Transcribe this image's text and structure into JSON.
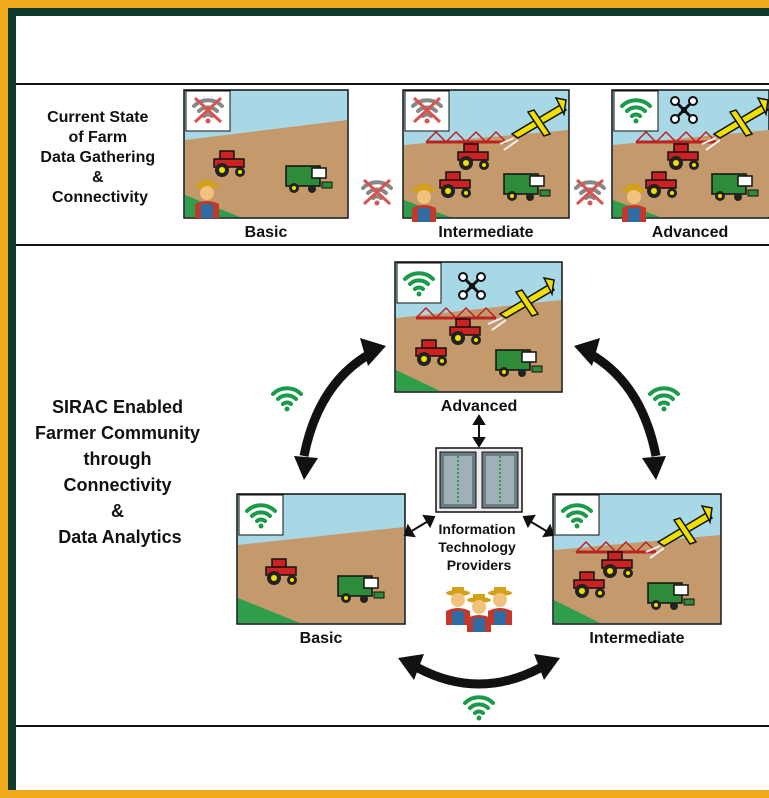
{
  "top_section": {
    "title_lines": [
      "Current State",
      "of Farm",
      "Data Gathering",
      "&",
      "Connectivity"
    ],
    "panels": [
      {
        "label": "Basic"
      },
      {
        "label": "Intermediate"
      },
      {
        "label": "Advanced"
      }
    ]
  },
  "bottom_section": {
    "title_lines": [
      "SIRAC Enabled",
      "Farmer Community",
      "through",
      "Connectivity",
      "&",
      "Data Analytics"
    ],
    "panels": {
      "advanced": "Advanced",
      "basic": "Basic",
      "intermediate": "Intermediate"
    },
    "hub_lines": [
      "Information",
      "Technology",
      "Providers"
    ]
  },
  "colors": {
    "border": "#f2a81c",
    "frame_dark": "#0f3b2f",
    "sky": "#a8d8e6",
    "soil": "#c49a6c",
    "grass": "#2e9e4a",
    "wifi_on": "#1a9a4a",
    "wifi_off": "#d9534f",
    "tractor": "#cc2222",
    "combine": "#2e8b3a",
    "plane": "#f0e000"
  },
  "icons": [
    "wifi-icon",
    "no-wifi-icon",
    "drone-icon",
    "tractor-icon",
    "combine-icon",
    "plane-icon",
    "farmer-icon",
    "server-icon",
    "arrow-icon"
  ]
}
